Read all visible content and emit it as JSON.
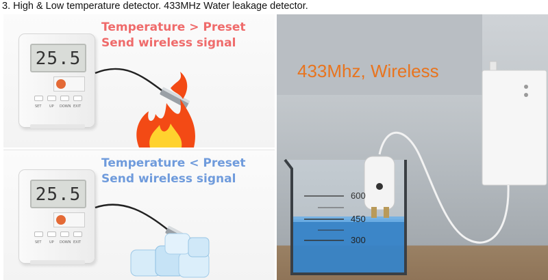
{
  "caption": "3. High & Low temperature detector. 433MHz Water leakage detector.",
  "hot_panel": {
    "line1": "Temperature > Preset",
    "line2": "Send wireless signal",
    "display": "25.5"
  },
  "cold_panel": {
    "line1": "Temperature < Preset",
    "line2": "Send wireless signal",
    "display": "25.5"
  },
  "water_panel": {
    "title": "433Mhz, Wireless",
    "scale": [
      "600",
      "450",
      "300"
    ]
  },
  "device_buttons": [
    "SET",
    "UP",
    "DOWN",
    "EXIT"
  ],
  "colors": {
    "hot_text": "#ef6b6b",
    "cold_text": "#6f9bdc",
    "wireless_text": "#e8741e",
    "water": "#2f80c8"
  }
}
